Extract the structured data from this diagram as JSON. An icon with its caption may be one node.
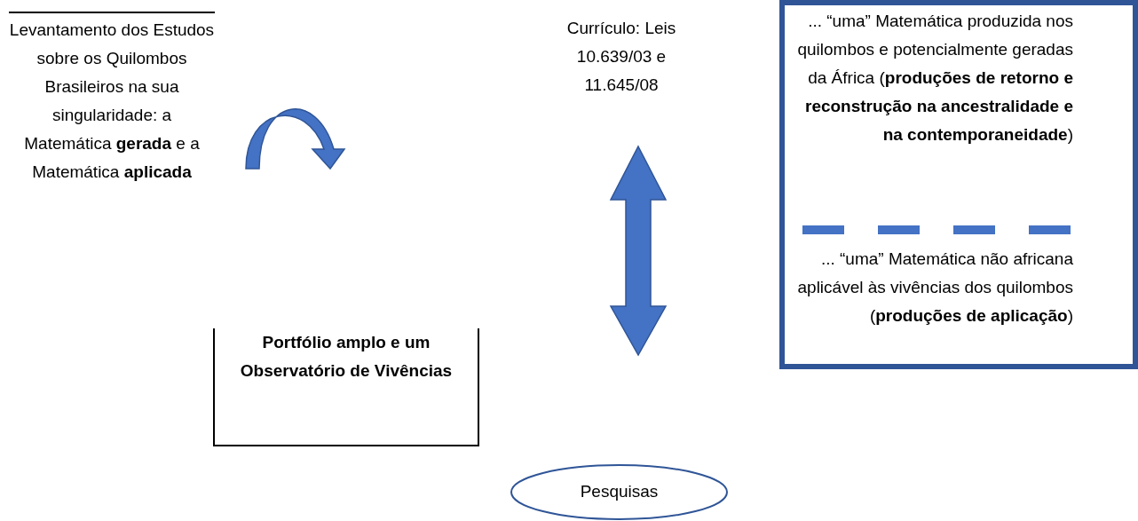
{
  "diagram": {
    "nodes": [
      {
        "text": [
          "Levantamento dos Estudos sobre os Quilombos Brasileiros na sua singularidade: a Matemática **gerada** e a Matemática **aplicada**"
        ]
      },
      {
        "text": [
          "Currículo: Leis 10.639/03 e 11.645/08"
        ]
      },
      {
        "text": [
          "... “uma” Matemática produzida nos quilombos e potencialmente geradas da África (**produções de retorno e reconstrução na ancestralidade e na contemporaneidade**)",
          "... “uma” Matemática não africana aplicável às vivências dos quilombos (**produções de aplicação**)"
        ]
      },
      {
        "text": [
          "Portfólio amplo e um Observatório de Vivências"
        ]
      },
      {
        "text": [
          "Pesquisas"
        ]
      }
    ]
  }
}
